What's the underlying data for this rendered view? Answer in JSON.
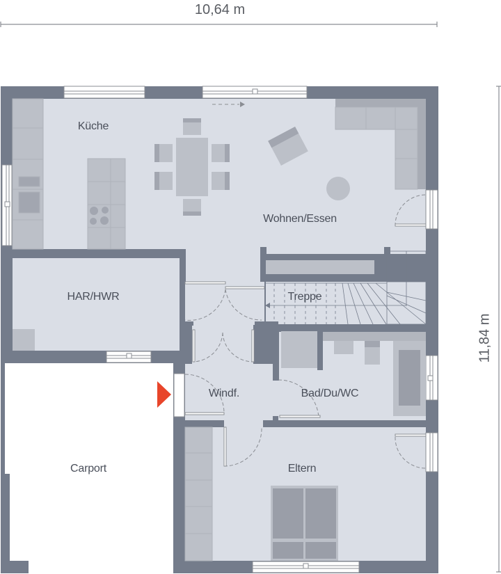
{
  "dimensions": {
    "width_label": "10,64 m",
    "height_label": "11,84 m"
  },
  "rooms": [
    {
      "id": "kueche",
      "label": "Küche"
    },
    {
      "id": "wohnen-essen",
      "label": "Wohnen/Essen"
    },
    {
      "id": "har-hwr",
      "label": "HAR/HWR"
    },
    {
      "id": "treppe",
      "label": "Treppe"
    },
    {
      "id": "windfang",
      "label": "Windf."
    },
    {
      "id": "bad-du-wc",
      "label": "Bad/Du/WC"
    },
    {
      "id": "carport",
      "label": "Carport"
    },
    {
      "id": "eltern",
      "label": "Eltern"
    }
  ],
  "entrance_marker": {
    "shape": "triangle-right",
    "color": "#e8452a"
  },
  "colors": {
    "wall": "#747c8b",
    "floor": "#dadee6",
    "furniture_light": "#bcc0c8",
    "furniture_mid": "#9a9ea8",
    "outside": "#ffffff",
    "text": "#4a4f5a",
    "accent": "#e8452a"
  }
}
